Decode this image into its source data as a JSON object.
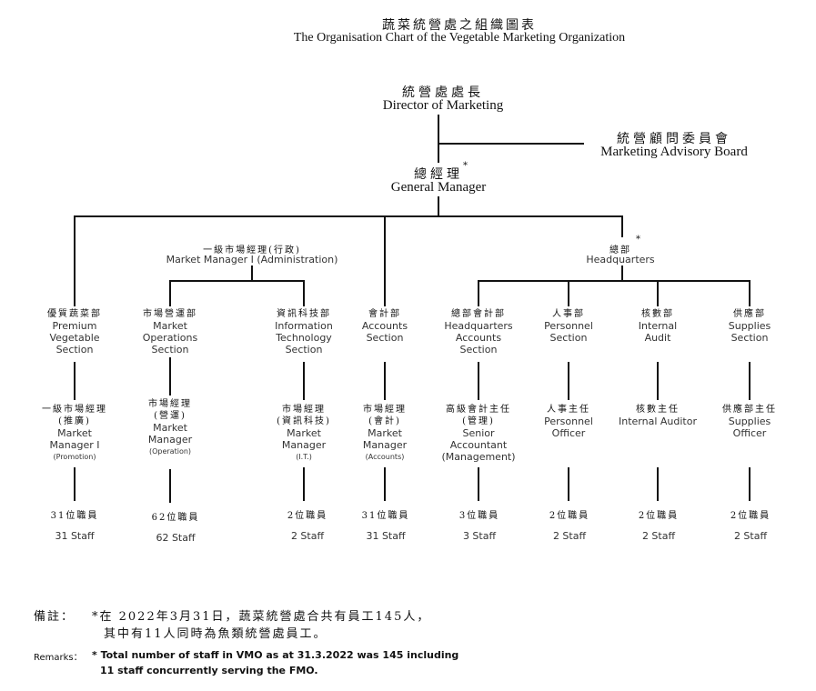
{
  "title": {
    "zh": "蔬菜統營處之組織圖表",
    "en": "The Organisation Chart of the Vegetable Marketing Organization"
  },
  "director": {
    "zh": "統營處處長",
    "en": "Director of Marketing"
  },
  "board": {
    "zh": "統營顧問委員會",
    "en": "Marketing Advisory Board"
  },
  "gm": {
    "zh": "總經理",
    "en": "General Manager",
    "star": "*"
  },
  "mm_admin": {
    "zh": "一級市場經理(行政)",
    "en": "Market Manager I (Administration)"
  },
  "hq": {
    "zh": "總部",
    "en": "Headquarters",
    "star": "*"
  },
  "sections": [
    {
      "zh": "優質蔬菜部",
      "en": [
        "Premium",
        "Vegetable",
        "Section"
      ]
    },
    {
      "zh": "市場營運部",
      "en": [
        "Market",
        "Operations",
        "Section"
      ]
    },
    {
      "zh": "資訊科技部",
      "en": [
        "Information",
        "Technology",
        "Section"
      ]
    },
    {
      "zh": "會計部",
      "en": [
        "Accounts",
        "Section"
      ]
    },
    {
      "zh": "總部會計部",
      "en": [
        "Headquarters",
        "Accounts",
        "Section"
      ]
    },
    {
      "zh": "人事部",
      "en": [
        "Personnel",
        "Section"
      ]
    },
    {
      "zh": "核數部",
      "en": [
        "Internal",
        "Audit"
      ]
    },
    {
      "zh": "供應部",
      "en": [
        "Supplies",
        "Section"
      ]
    }
  ],
  "officers": [
    {
      "zh": [
        "一級市場經理",
        "(推廣)"
      ],
      "en": [
        "Market",
        "Manager I"
      ],
      "sub": "(Promotion)"
    },
    {
      "zh": [
        "市場經理",
        "(營運)"
      ],
      "en": [
        "Market",
        "Manager"
      ],
      "sub": "(Operation)"
    },
    {
      "zh": [
        "市場經理",
        "(資訊科技)"
      ],
      "en": [
        "Market",
        "Manager"
      ],
      "sub": "(I.T.)"
    },
    {
      "zh": [
        "市場經理",
        "(會計)"
      ],
      "en": [
        "Market",
        "Manager"
      ],
      "sub": "(Accounts)"
    },
    {
      "zh": [
        "高級會計主任",
        "(管理)"
      ],
      "en": [
        "Senior",
        "Accountant",
        "(Management)"
      ],
      "sub": ""
    },
    {
      "zh": [
        "人事主任"
      ],
      "en": [
        "Personnel",
        "Officer"
      ],
      "sub": ""
    },
    {
      "zh": [
        "核數主任"
      ],
      "en": [
        "Internal Auditor"
      ],
      "sub": ""
    },
    {
      "zh": [
        "供應部主任"
      ],
      "en": [
        "Supplies",
        "Officer"
      ],
      "sub": ""
    }
  ],
  "staff": [
    {
      "zh": "31位職員",
      "en": "31 Staff"
    },
    {
      "zh": "62位職員",
      "en": "62 Staff"
    },
    {
      "zh": "2位職員",
      "en": "2 Staff"
    },
    {
      "zh": "31位職員",
      "en": "31 Staff"
    },
    {
      "zh": "3位職員",
      "en": "3 Staff"
    },
    {
      "zh": "2位職員",
      "en": "2 Staff"
    },
    {
      "zh": "2位職員",
      "en": "2 Staff"
    },
    {
      "zh": "2位職員",
      "en": "2 Staff"
    }
  ],
  "notes": {
    "zh_label": "備註：",
    "zh_line1": "*在 2022年3月31日，蔬菜統營處合共有員工145人，",
    "zh_line2": "其中有11人同時為魚類統營處員工。",
    "en_label": "Remarks：",
    "en_line1": "* Total number of staff in VMO as at 31.3.2022 was 145 including",
    "en_line2": "11 staff concurrently serving the FMO."
  }
}
